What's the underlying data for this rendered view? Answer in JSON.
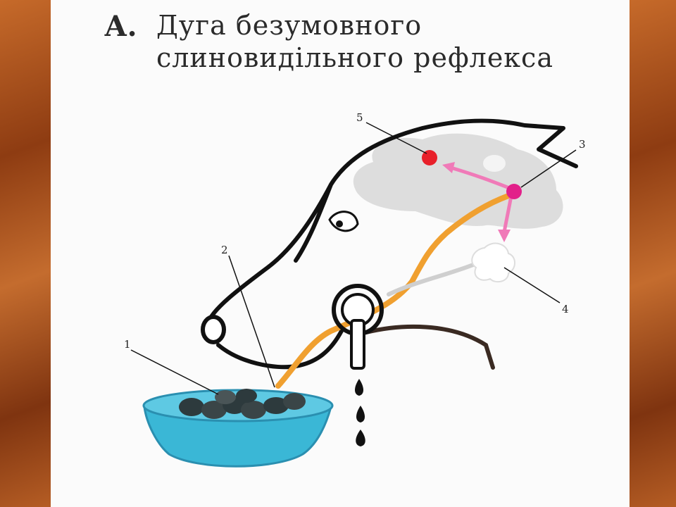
{
  "title": {
    "letter": "А.",
    "line1": "Дуга безумовного",
    "line2": "слиновидільного рефлекса"
  },
  "labels": {
    "l1": "1",
    "l2": "2",
    "l3": "3",
    "l4": "4",
    "l5": "5"
  },
  "colors": {
    "bowl": "#3ab7d6",
    "afferent_path": "#f0a030",
    "efferent_path": "#f07ab8",
    "cortex_center": "#e8202a",
    "medulla_center": "#e2208a",
    "brain": "#d8d8d8",
    "background_frame": "#a9531f"
  }
}
